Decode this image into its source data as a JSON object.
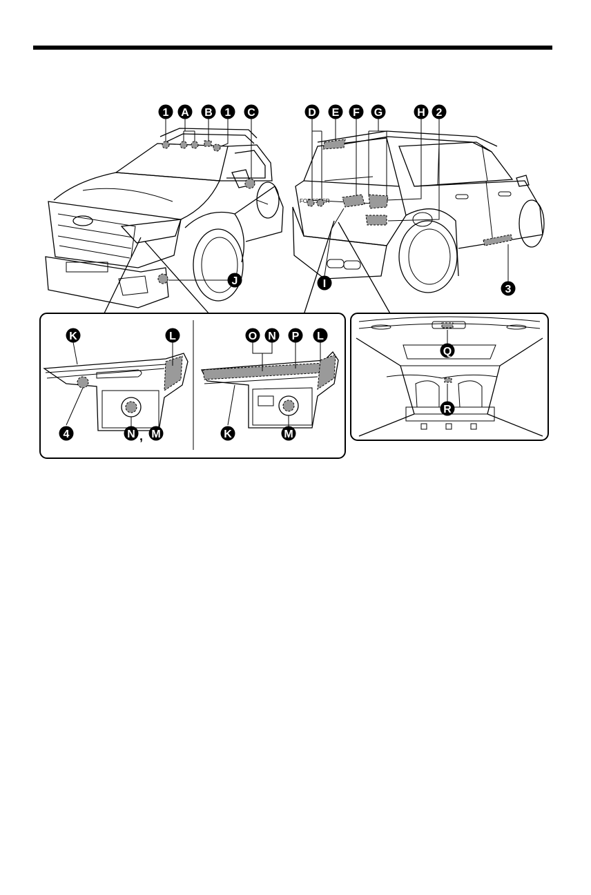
{
  "labels": {
    "front_top": [
      "1",
      "A",
      "B",
      "1",
      "C"
    ],
    "front_bottom": "J",
    "rear_top": [
      "D",
      "E",
      "F",
      "G",
      "H",
      "2"
    ],
    "rear_bottom": [
      "I",
      "3"
    ],
    "inset_left": [
      "K",
      "L",
      "4",
      "N",
      "M"
    ],
    "inset_left_comma": ",",
    "inset_mid": [
      "O",
      "N",
      "P",
      "L",
      "K",
      "M"
    ],
    "inset_right": [
      "Q",
      "R"
    ]
  },
  "colors": {
    "highlight": "#9a9a9a",
    "line": "#000000"
  }
}
